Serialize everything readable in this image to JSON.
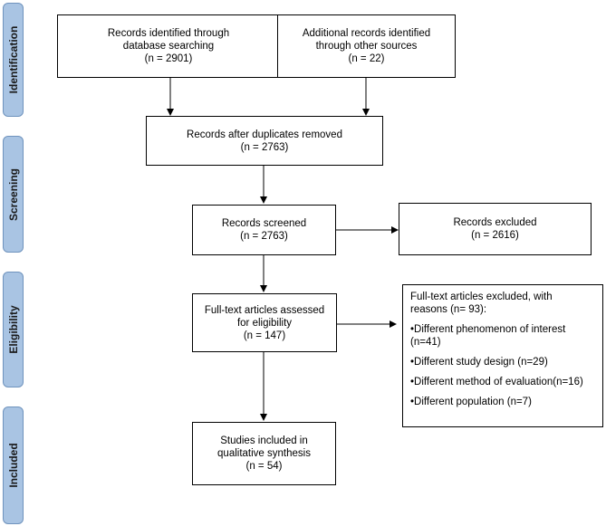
{
  "phases": [
    "Identification",
    "Screening",
    "Eligibility",
    "Included"
  ],
  "boxes": {
    "db_search": [
      "Records identified through",
      "database searching",
      "(n = 2901)"
    ],
    "other_sources": [
      "Additional records identified",
      "through other sources",
      "(n = 22)"
    ],
    "dedup": [
      "Records after duplicates removed",
      "(n = 2763)"
    ],
    "screened": [
      "Records screened",
      "(n = 2763)"
    ],
    "excluded": [
      "Records excluded",
      "(n = 2616)"
    ],
    "fulltext": [
      "Full-text articles assessed",
      "for eligibility",
      "(n = 147)"
    ],
    "reasons": [
      "Full-text articles excluded, with",
      "reasons (n= 93):",
      "•Different phenomenon of interest",
      "(n=41)",
      "•Different study design (n=29)",
      "•Different method of evaluation(n=16)",
      "•Different population (n=7)"
    ],
    "included": [
      "Studies included in",
      "qualitative synthesis",
      "(n = 54)"
    ]
  }
}
